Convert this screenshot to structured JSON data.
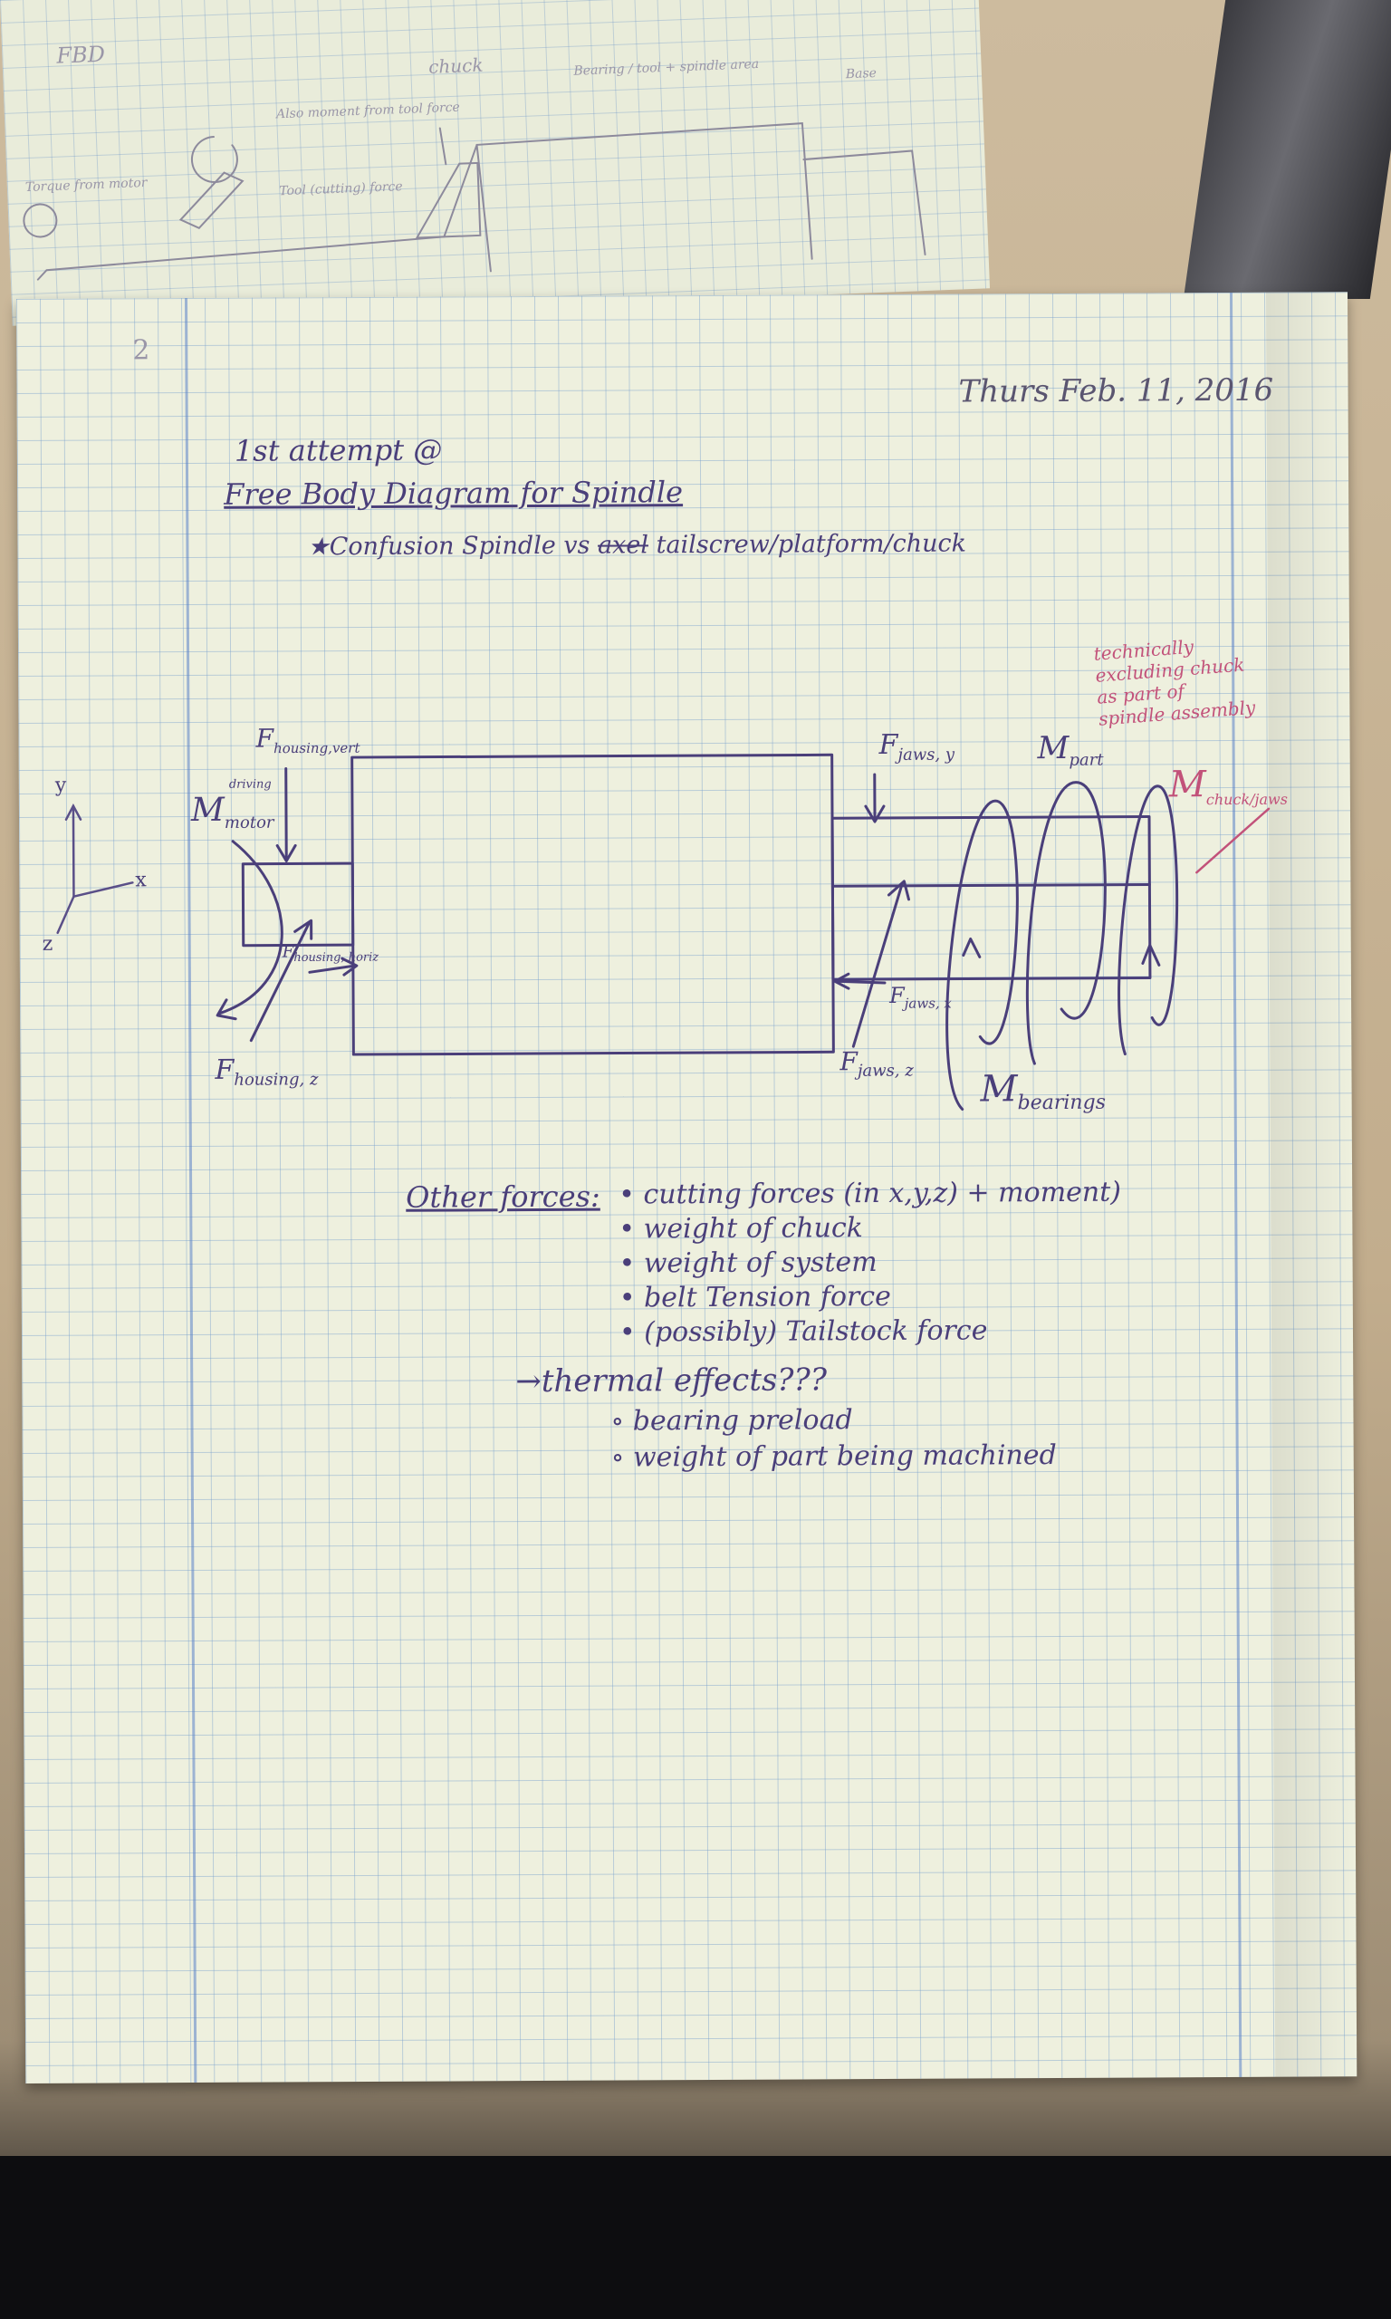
{
  "back_page": {
    "title": "FBD",
    "labels": [
      "chuck",
      "Also moment from tool force",
      "Tool (cutting) force",
      "Torque from motor",
      "Base",
      "Bearing / tool + spindle area"
    ]
  },
  "page": {
    "number": "2",
    "date": "Thurs Feb. 11, 2016",
    "heading_line1": "1st attempt @",
    "heading_line2": "Free Body Diagram for Spindle",
    "confusion_note": "Confusion Spindle vs ",
    "confusion_struck": "axel",
    "confusion_tail": " tailscrew/platform/chuck",
    "pink_note": [
      "technically",
      "excluding chuck",
      "as part of",
      "spindle assembly"
    ],
    "pink_moment": "M",
    "pink_moment_sub": "chuck/jaws"
  },
  "diagram": {
    "axes": {
      "y": "y",
      "x": "x",
      "z": "z"
    },
    "labels": {
      "f_housing_vert": "F",
      "f_housing_vert_sub": "housing,vert",
      "m_motor": "M",
      "m_motor_sub": "motor",
      "m_motor_sup": "driving",
      "f_housing_horiz": "F",
      "f_housing_horiz_sub": "housing, horiz",
      "f_housing_z": "F",
      "f_housing_z_sub": "housing, z",
      "f_jaws_y": "F",
      "f_jaws_y_sub": "jaws, y",
      "m_part": "M",
      "m_part_sub": "part",
      "f_jaws_x": "F",
      "f_jaws_x_sub": "jaws, x",
      "f_jaws_z": "F",
      "f_jaws_z_sub": "jaws, z",
      "m_bearings": "M",
      "m_bearings_sub": "bearings"
    }
  },
  "other_forces": {
    "heading": "Other forces:",
    "items": [
      "cutting forces (in x,y,z) + moment)",
      "weight of chuck",
      "weight of system",
      "belt Tension force",
      "(possibly) Tailstock force"
    ],
    "arrow_item": "thermal effects???",
    "sub_items": [
      "bearing preload",
      "weight of part being machined"
    ]
  }
}
